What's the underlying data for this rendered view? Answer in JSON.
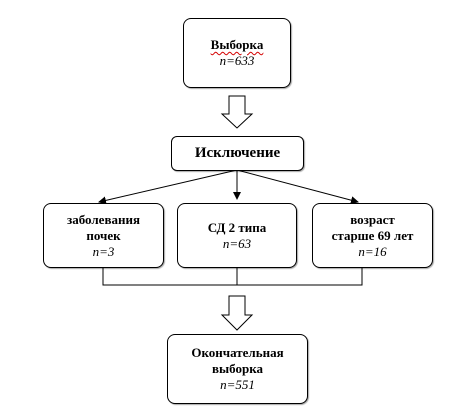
{
  "sample": {
    "title": "Выборка",
    "n": "n=633"
  },
  "exclusion": {
    "title": "Исключение"
  },
  "criteria": [
    {
      "line1": "заболевания",
      "line2": "почек",
      "n": "n=3"
    },
    {
      "line1": "СД 2 типа",
      "line2": "",
      "n": "n=63"
    },
    {
      "line1": "возраст",
      "line2": "старше 69 лет",
      "n": "n=16"
    }
  ],
  "final": {
    "line1": "Окончательная",
    "line2": "выборка",
    "n": "n=551"
  }
}
